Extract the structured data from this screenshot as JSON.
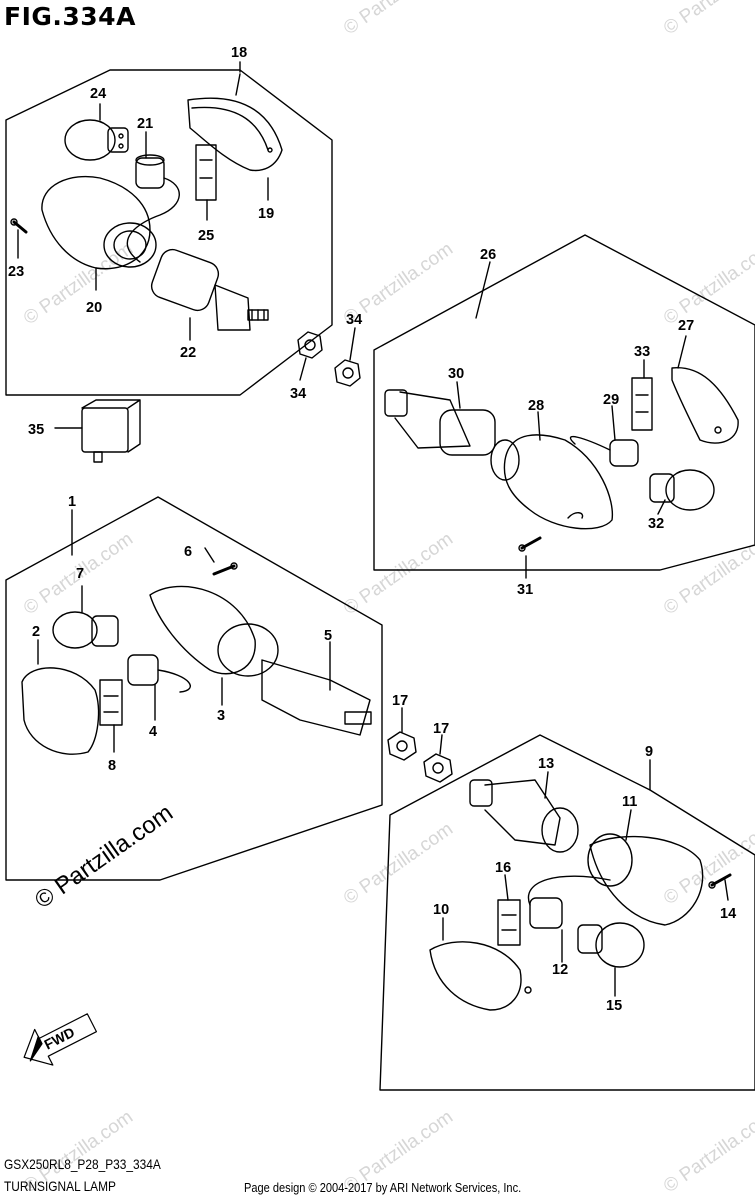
{
  "figure": {
    "title": "FIG.334A",
    "model_code": "GSX250RL8_P28_P33_334A",
    "caption": "TURNSIGNAL LAMP",
    "credit": "Page design © 2004-2017 by ARI Network Services, Inc.",
    "side_watermark": "© Partzilla.com",
    "bg_watermark": "© Partzilla.com",
    "fwd_label": "FWD"
  },
  "callouts": {
    "c1": "1",
    "c2": "2",
    "c3": "3",
    "c4": "4",
    "c5": "5",
    "c6": "6",
    "c7": "7",
    "c8": "8",
    "c9": "9",
    "c10": "10",
    "c11": "11",
    "c12": "12",
    "c13": "13",
    "c14": "14",
    "c15": "15",
    "c16": "16",
    "c17a": "17",
    "c17b": "17",
    "c18": "18",
    "c19": "19",
    "c20": "20",
    "c21": "21",
    "c22": "22",
    "c23": "23",
    "c24": "24",
    "c25": "25",
    "c26": "26",
    "c27": "27",
    "c28": "28",
    "c29": "29",
    "c30": "30",
    "c31": "31",
    "c32": "32",
    "c33": "33",
    "c34a": "34",
    "c34b": "34",
    "c35": "35"
  }
}
